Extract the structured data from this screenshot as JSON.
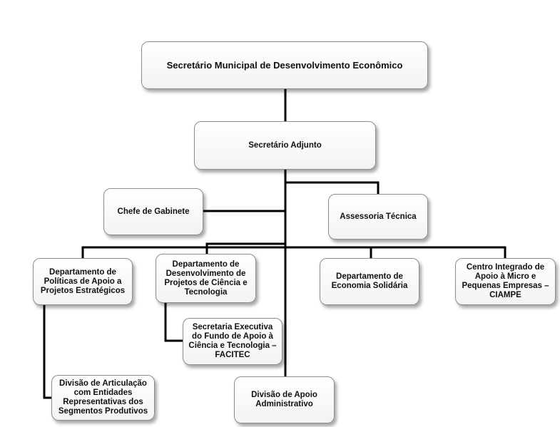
{
  "nodes": {
    "secretario_municipal": "Secretário Municipal de Desenvolvimento Econômico",
    "secretario_adjunto": "Secretário Adjunto",
    "chefe_gabinete": "Chefe de Gabinete",
    "assessoria_tecnica": "Assessoria Técnica",
    "dep_politicas": "Departamento de\nPolíticas de Apoio a\nProjetos Estratégicos",
    "dep_desenvolvimento": "Departamento de\nDesenvolvimento de\nProjetos de Ciência e\nTecnologia",
    "dep_economia": "Departamento de\nEconomia Solidária",
    "ciampe": "Centro Integrado de\nApoio à Micro e\nPequenas Empresas –\nCIAMPE",
    "facitec": "Secretaria Executiva\ndo Fundo de Apoio à\nCiência e Tecnologia –\nFACITEC",
    "divisao_articulacao": "Divisão de Articulação\ncom Entidades\nRepresentativas dos\nSegmentos Produtivos",
    "divisao_apoio": "Divisão de Apoio\nAdministrativo"
  },
  "colors": {
    "connector": "#000000",
    "box_border": "#8c8c8c"
  }
}
